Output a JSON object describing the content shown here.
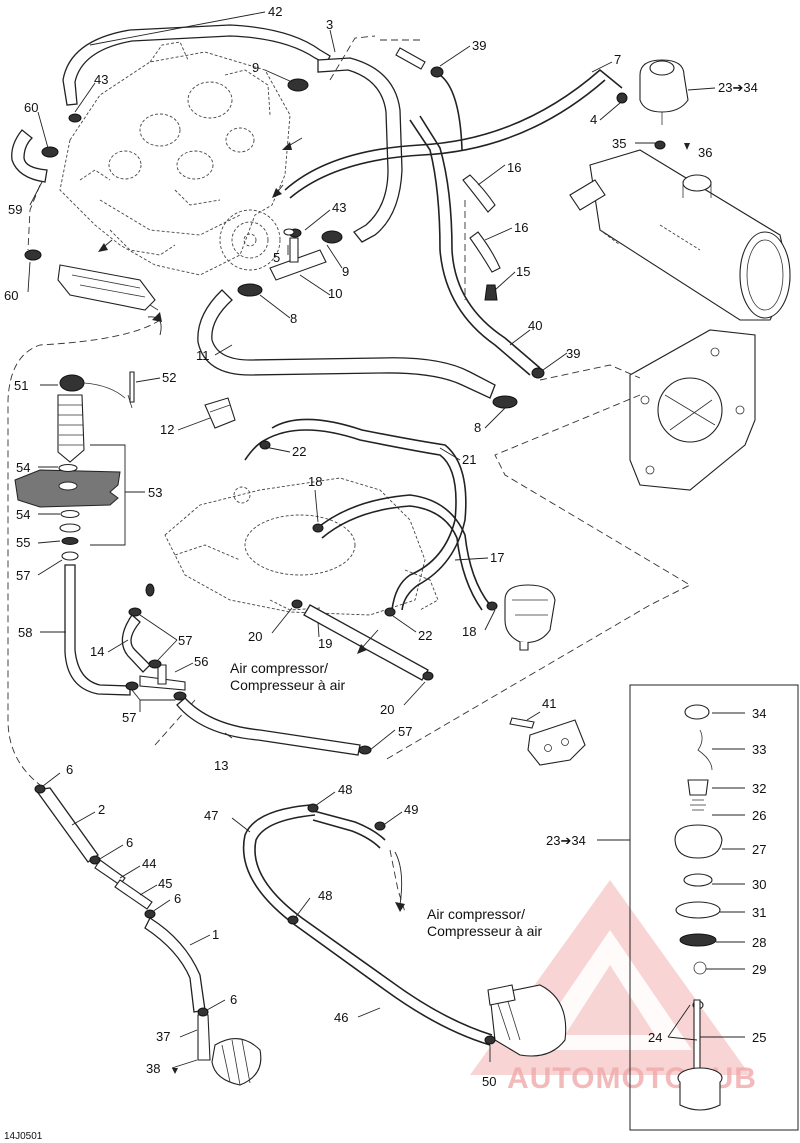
{
  "diagram": {
    "code": "14J0501",
    "watermark": "AUTOMOTOHUB",
    "captions": {
      "air_compressor_1_en": "Air compressor/",
      "air_compressor_1_fr": "Compresseur à air",
      "air_compressor_2_en": "Air compressor/",
      "air_compressor_2_fr": "Compresseur à air"
    },
    "callouts": [
      {
        "id": "c42",
        "text": "42"
      },
      {
        "id": "c3",
        "text": "3"
      },
      {
        "id": "c39a",
        "text": "39"
      },
      {
        "id": "c7",
        "text": "7"
      },
      {
        "id": "c23_34a",
        "text": "23➔34"
      },
      {
        "id": "c43a",
        "text": "43"
      },
      {
        "id": "c9a",
        "text": "9"
      },
      {
        "id": "c60a",
        "text": "60"
      },
      {
        "id": "c4",
        "text": "4"
      },
      {
        "id": "c35",
        "text": "35"
      },
      {
        "id": "c36",
        "text": "36"
      },
      {
        "id": "c59",
        "text": "59"
      },
      {
        "id": "c16a",
        "text": "16"
      },
      {
        "id": "c43b",
        "text": "43"
      },
      {
        "id": "c16b",
        "text": "16"
      },
      {
        "id": "c5",
        "text": "5"
      },
      {
        "id": "c9b",
        "text": "9"
      },
      {
        "id": "c60b",
        "text": "60"
      },
      {
        "id": "c15",
        "text": "15"
      },
      {
        "id": "c10",
        "text": "10"
      },
      {
        "id": "c8a",
        "text": "8"
      },
      {
        "id": "c40",
        "text": "40"
      },
      {
        "id": "c11",
        "text": "11"
      },
      {
        "id": "c39b",
        "text": "39"
      },
      {
        "id": "c51",
        "text": "51"
      },
      {
        "id": "c52",
        "text": "52"
      },
      {
        "id": "c8b",
        "text": "8"
      },
      {
        "id": "c12",
        "text": "12"
      },
      {
        "id": "c22a",
        "text": "22"
      },
      {
        "id": "c21",
        "text": "21"
      },
      {
        "id": "c54a",
        "text": "54"
      },
      {
        "id": "c53",
        "text": "53"
      },
      {
        "id": "c18a",
        "text": "18"
      },
      {
        "id": "c54b",
        "text": "54"
      },
      {
        "id": "c55",
        "text": "55"
      },
      {
        "id": "c17",
        "text": "17"
      },
      {
        "id": "c57a",
        "text": "57"
      },
      {
        "id": "c58",
        "text": "58"
      },
      {
        "id": "c57b",
        "text": "57"
      },
      {
        "id": "c20a",
        "text": "20"
      },
      {
        "id": "c19",
        "text": "19"
      },
      {
        "id": "c22b",
        "text": "22"
      },
      {
        "id": "c18b",
        "text": "18"
      },
      {
        "id": "c14",
        "text": "14"
      },
      {
        "id": "c56",
        "text": "56"
      },
      {
        "id": "c41",
        "text": "41"
      },
      {
        "id": "c57c",
        "text": "57"
      },
      {
        "id": "c20b",
        "text": "20"
      },
      {
        "id": "c57d",
        "text": "57"
      },
      {
        "id": "c13",
        "text": "13"
      },
      {
        "id": "c34",
        "text": "34"
      },
      {
        "id": "c33",
        "text": "33"
      },
      {
        "id": "c6a",
        "text": "6"
      },
      {
        "id": "c32",
        "text": "32"
      },
      {
        "id": "c48a",
        "text": "48"
      },
      {
        "id": "c2",
        "text": "2"
      },
      {
        "id": "c47",
        "text": "47"
      },
      {
        "id": "c49",
        "text": "49"
      },
      {
        "id": "c26",
        "text": "26"
      },
      {
        "id": "c23_34b",
        "text": "23➔34"
      },
      {
        "id": "c6b",
        "text": "6"
      },
      {
        "id": "c27",
        "text": "27"
      },
      {
        "id": "c44",
        "text": "44"
      },
      {
        "id": "c45",
        "text": "45"
      },
      {
        "id": "c30",
        "text": "30"
      },
      {
        "id": "c6c",
        "text": "6"
      },
      {
        "id": "c48b",
        "text": "48"
      },
      {
        "id": "c31",
        "text": "31"
      },
      {
        "id": "c1",
        "text": "1"
      },
      {
        "id": "c28",
        "text": "28"
      },
      {
        "id": "c29",
        "text": "29"
      },
      {
        "id": "c6d",
        "text": "6"
      },
      {
        "id": "c46",
        "text": "46"
      },
      {
        "id": "c24",
        "text": "24"
      },
      {
        "id": "c25",
        "text": "25"
      },
      {
        "id": "c37",
        "text": "37"
      },
      {
        "id": "c38",
        "text": "38"
      },
      {
        "id": "c50",
        "text": "50"
      }
    ]
  }
}
